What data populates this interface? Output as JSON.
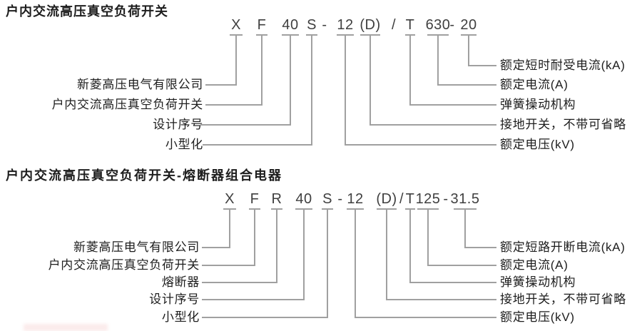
{
  "colors": {
    "background": "#ffffff",
    "label_text": "#1d1d1d",
    "code_text": "#3f3f3f",
    "connector_line": "#a0a0a0"
  },
  "diagrams": [
    {
      "title": "户内交流高压真空负荷开关",
      "model_code": "XF40S-12(D)/T630-20",
      "tokens": [
        "X",
        "F",
        "40",
        "S",
        "-",
        "12",
        "(D)",
        "/",
        "T",
        "630",
        "-",
        "20"
      ],
      "left_labels": [
        {
          "text": "新菱高压电气有限公司",
          "maps_to": "X"
        },
        {
          "text": "户内交流高压真空负荷开关",
          "maps_to": "F"
        },
        {
          "text": "设计序号",
          "maps_to": "40"
        },
        {
          "text": "小型化",
          "maps_to": "S"
        }
      ],
      "right_labels": [
        {
          "text": "额定短时耐受电流(kA)",
          "maps_to": "20"
        },
        {
          "text": "额定电流(A)",
          "maps_to": "630"
        },
        {
          "text": "弹簧操动机构",
          "maps_to": "T"
        },
        {
          "text": "接地开关，不带可省略",
          "maps_to": "(D)"
        },
        {
          "text": "额定电压(kV)",
          "maps_to": "12"
        }
      ]
    },
    {
      "title": "户内交流高压真空负荷开关-熔断器组合电器",
      "model_code": "XFR40S-12(D)/T125-31.5",
      "tokens": [
        "X",
        "F",
        "R",
        "40",
        "S",
        "-",
        "12",
        "(D)",
        "/",
        "T",
        "125",
        "-",
        "31.5"
      ],
      "left_labels": [
        {
          "text": "新菱高压电气有限公司",
          "maps_to": "X"
        },
        {
          "text": "户内交流高压真空负荷开关",
          "maps_to": "F"
        },
        {
          "text": "熔断器",
          "maps_to": "R"
        },
        {
          "text": "设计序号",
          "maps_to": "40"
        },
        {
          "text": "小型化",
          "maps_to": "S"
        }
      ],
      "right_labels": [
        {
          "text": "额定短路开断电流(kA)",
          "maps_to": "31.5"
        },
        {
          "text": "额定电流(A)",
          "maps_to": "125"
        },
        {
          "text": "弹簧操动机构",
          "maps_to": "T"
        },
        {
          "text": "接地开关，不带可省略",
          "maps_to": "(D)"
        },
        {
          "text": "额定电压(kV)",
          "maps_to": "12"
        }
      ]
    }
  ]
}
